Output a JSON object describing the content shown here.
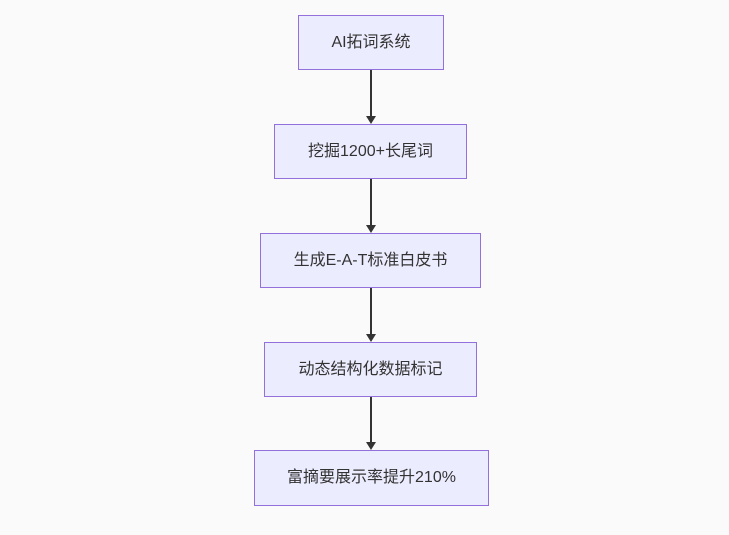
{
  "flowchart": {
    "type": "vertical-flowchart",
    "nodes": [
      {
        "id": "A",
        "label": "AI拓词系统"
      },
      {
        "id": "B",
        "label": "挖掘1200+长尾词"
      },
      {
        "id": "C",
        "label": "生成E-A-T标准白皮书"
      },
      {
        "id": "D",
        "label": "动态结构化数据标记"
      },
      {
        "id": "E",
        "label": "富摘要展示率提升210%"
      }
    ],
    "edges": [
      {
        "from": "A",
        "to": "B",
        "direction": "down"
      },
      {
        "from": "B",
        "to": "C",
        "direction": "down"
      },
      {
        "from": "C",
        "to": "D",
        "direction": "down"
      },
      {
        "from": "D",
        "to": "E",
        "direction": "down"
      }
    ],
    "colors": {
      "node_fill": "#ececff",
      "node_border": "#9370db",
      "arrow": "#333333",
      "text": "#333333",
      "background": "#fafafa"
    }
  }
}
